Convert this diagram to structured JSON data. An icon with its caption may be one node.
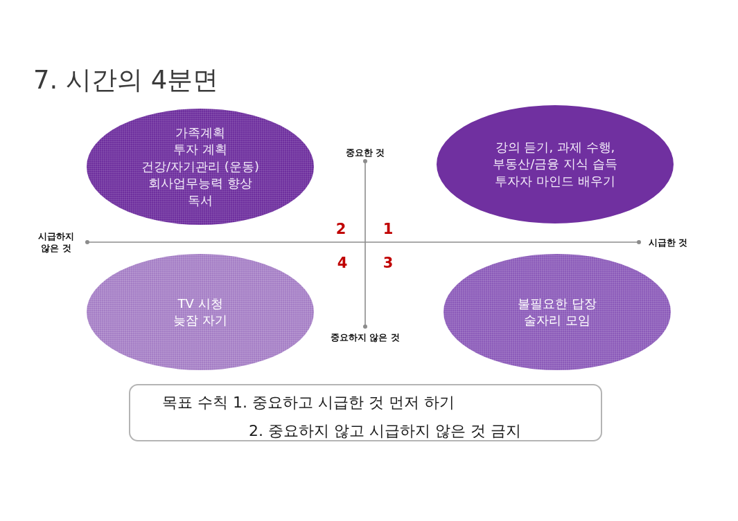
{
  "diagram": {
    "title": "7. 시간의 4분면",
    "nodes": [
      {
        "text": [
          "가족계획",
          "투자 계획",
          "건강/자기관리 (운동)",
          "회사업무능력 향상",
          "독서"
        ]
      },
      {
        "text": [
          "강의 듣기, 과제 수행,",
          "부동산/금융 지식 습득",
          "투자자 마인드 배우기"
        ]
      },
      {
        "text": [
          "TV 시청",
          "늦잠 자기"
        ]
      },
      {
        "text": [
          "불필요한 답장",
          "술자리 모임"
        ]
      },
      {
        "text": [
          "목표 수칙 1. 중요하고 시급한 것 먼저 하기",
          "2. 중요하지 않고 시급하지 않은 것 금지"
        ]
      }
    ],
    "labels": [
      "중요한 것",
      "2",
      "1",
      "시급하지 않은 것",
      "시급한 것",
      "4",
      "3",
      "중요하지 않은 것"
    ]
  }
}
